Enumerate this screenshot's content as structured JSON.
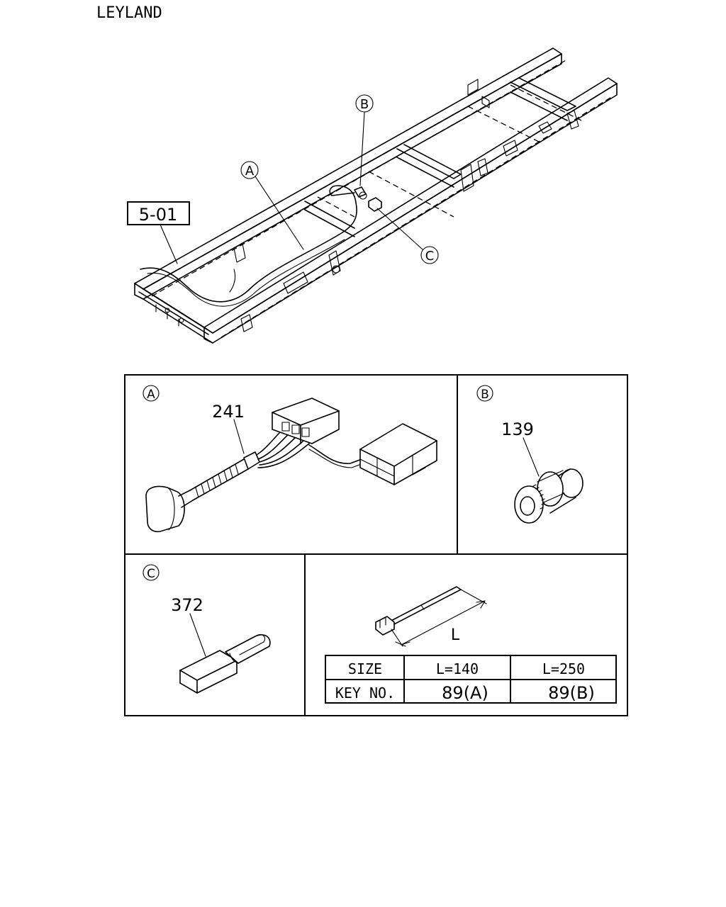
{
  "header": {
    "brand": "LEYLAND"
  },
  "overview": {
    "ref_box": "5-01",
    "callouts": {
      "a": "A",
      "b": "B",
      "c": "C"
    }
  },
  "panel_a": {
    "letter": "A",
    "part_no": "241"
  },
  "panel_b": {
    "letter": "B",
    "part_no": "139"
  },
  "panel_c": {
    "letter": "C",
    "part_no": "372"
  },
  "panel_size": {
    "dimension_label": "L",
    "table": {
      "header": [
        "SIZE",
        "L=140",
        "L=250"
      ],
      "row": [
        "KEY NO.",
        "89(A)",
        "89(B)"
      ]
    }
  }
}
